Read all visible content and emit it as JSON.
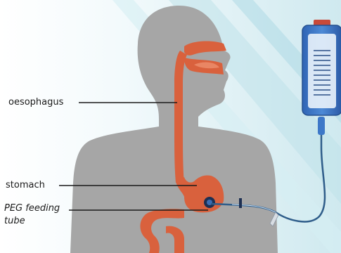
{
  "labels": {
    "oesophagus": "oesophagus",
    "stomach": "stomach",
    "peg_line1": "PEG feeding",
    "peg_line2": "tube"
  },
  "colors": {
    "background": "#dff1f5",
    "body_silhouette": "#a6a6a6",
    "digestive_tract": "#d9613d",
    "bag": "#3d78c8",
    "tube": "#2f5d8a",
    "leader_line": "#1a1a1a"
  },
  "icons": {
    "feeding_bag": "feeding-bag-icon",
    "peg_port": "peg-port-icon"
  }
}
